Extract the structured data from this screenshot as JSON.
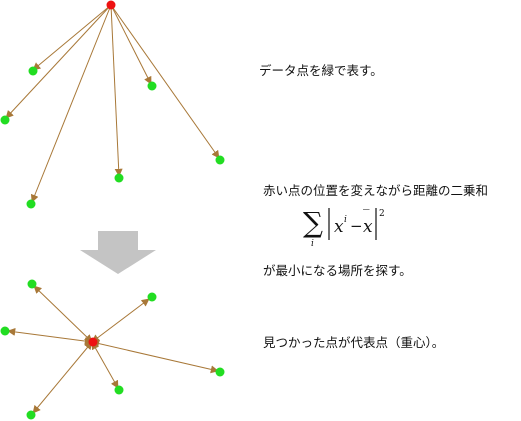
{
  "captions": {
    "step1": "データ点を緑で表す。",
    "step2": "赤い点の位置を変えながら距離の二乗和",
    "step3": "が最小になる場所を探す。",
    "step4": "見つかった点が代表点（重心）。"
  },
  "formula": {
    "sum_symbol": "∑",
    "sum_index": "i",
    "variable": "x",
    "superscript": "i",
    "operator": "−",
    "mean": "x",
    "mean_bar": "‾",
    "exponent": "2"
  },
  "colors": {
    "data_point": "#22dd22",
    "representative_point": "#ee1111",
    "arrow": "#a87838",
    "down_arrow": "#c4c4c4"
  },
  "icons": {
    "down_arrow": "down-arrow-icon"
  }
}
